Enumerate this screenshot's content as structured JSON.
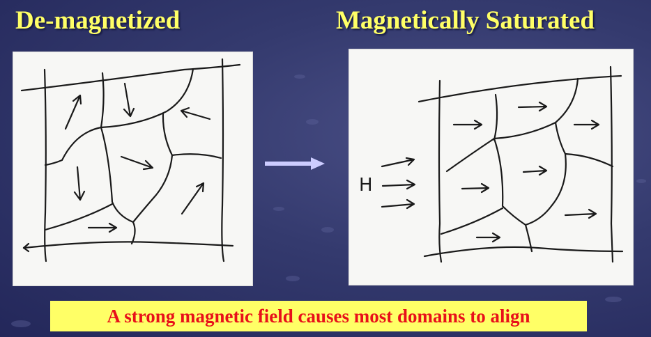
{
  "titles": {
    "left": "De-magnetized",
    "right": "Magnetically Saturated"
  },
  "diagram": {
    "field_label": "H"
  },
  "caption": "A strong magnetic field causes most domains to align",
  "colors": {
    "title": "#ffff66",
    "caption_background": "#ffff66",
    "caption_text": "#e8101a",
    "arrow": "#ccccff"
  }
}
